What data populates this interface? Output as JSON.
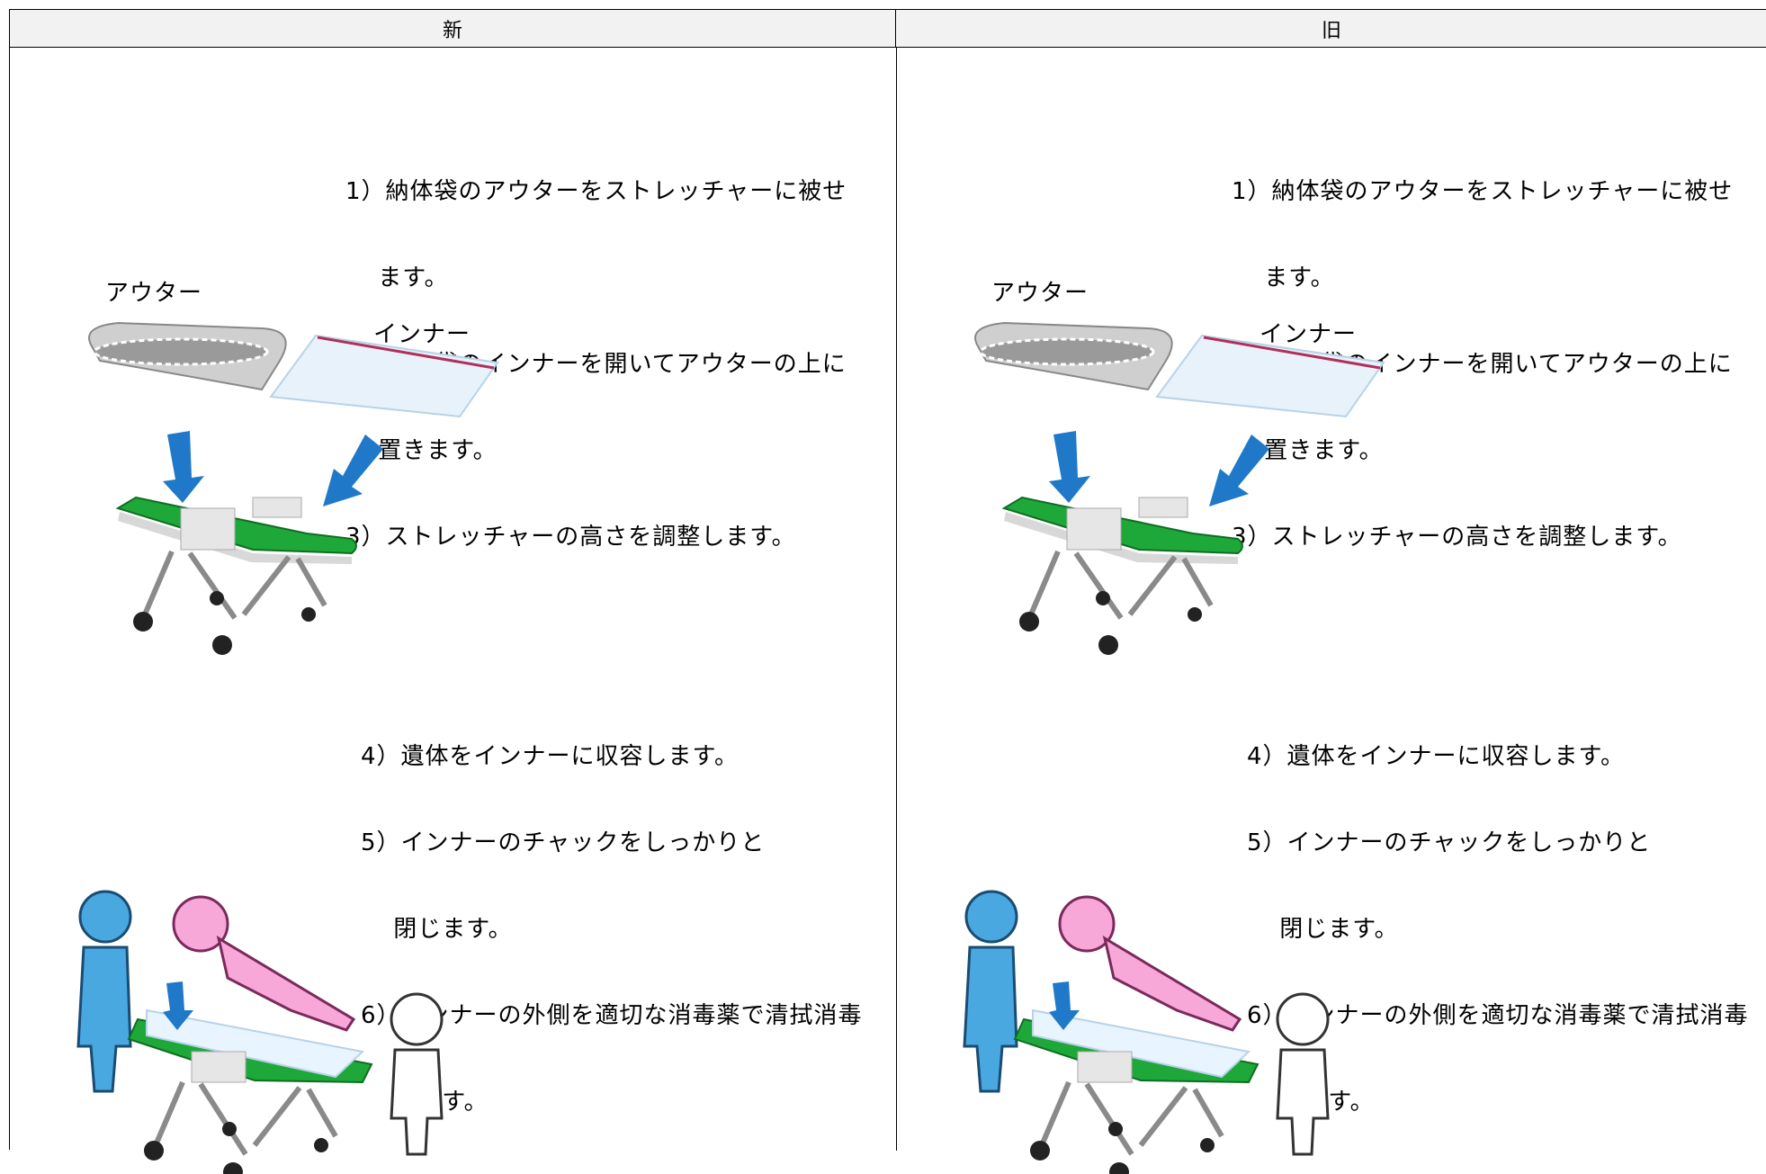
{
  "header": {
    "new_label": "新",
    "old_label": "旧"
  },
  "columns": [
    {
      "id": "new",
      "steps_a": [
        "1）納体袋のアウターをストレッチャーに被せ",
        "　 ます。",
        "2）納体袋のインナーを開いてアウターの上に",
        "　 置きます。",
        "3）ストレッチャーの高さを調整します。"
      ],
      "outer_label": "アウター",
      "inner_label": "インナー",
      "steps_b": [
        "4）遺体をインナーに収容します。",
        "5）インナーのチャックをしっかりと",
        "　 閉じます。",
        "6）インナーの外側を適切な消毒薬で清拭消毒",
        "　 します。"
      ]
    },
    {
      "id": "old",
      "steps_a": [
        "1）納体袋のアウターをストレッチャーに被せ",
        "　 ます。",
        "2）納体袋のインナーを開いてアウターの上に",
        "　 置きます。",
        "3）ストレッチャーの高さを調整します。"
      ],
      "outer_label": "アウター",
      "inner_label": "インナー",
      "steps_b": [
        "4）遺体をインナーに収容します。",
        "5）インナーのチャックをしっかりと",
        "　 閉じます。",
        "6）インナーの外側を適切な消毒薬で清拭消毒",
        "　 します。"
      ]
    }
  ],
  "colors": {
    "stretcher_green": "#1fa83a",
    "arrow_blue": "#1f78c8",
    "person_blue": "#4aa8e0",
    "person_pink": "#f7a8d8",
    "bag_gray": "#cfcfcf"
  },
  "icons": [
    "outer-bag-icon",
    "inner-bag-icon",
    "down-arrow-icon",
    "stretcher-icon",
    "staff-person-icon",
    "body-figure-icon"
  ]
}
